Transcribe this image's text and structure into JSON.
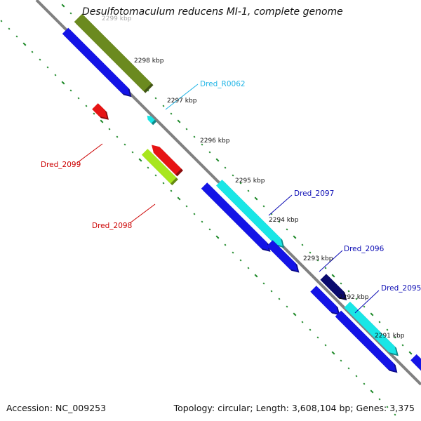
{
  "title": "Desulfotomaculum reducens MI-1, complete genome",
  "accession": "Accession: NC_009253",
  "topology": "Topology: circular; Length: 3,608,104 bp; Genes: 3,375",
  "kbp_labels": [
    "2299 kbp",
    "2298 kbp",
    "2297 kbp",
    "2296 kbp",
    "2295 kbp",
    "2294 kbp",
    "2293 kbp",
    "2292 kbp",
    "2291 kbp"
  ],
  "gene_labels": {
    "r0062": "Dred_R0062",
    "d2099": "Dred_2099",
    "d2098": "Dred_2098",
    "d2097": "Dred_2097",
    "d2096": "Dred_2096",
    "d2095": "Dred_2095"
  },
  "colors": {
    "backbone": "#808080",
    "ticks": "#1f8a2a",
    "blue": "#1414e6",
    "olive": "#6b8a1f",
    "red": "#e61414",
    "lime": "#a8e61e",
    "cyan": "#19e6e6",
    "navy": "#0a0a6e",
    "label_red": "#cc0000",
    "label_blue": "#0a0ab4",
    "label_cyan": "#1eb4e6"
  }
}
